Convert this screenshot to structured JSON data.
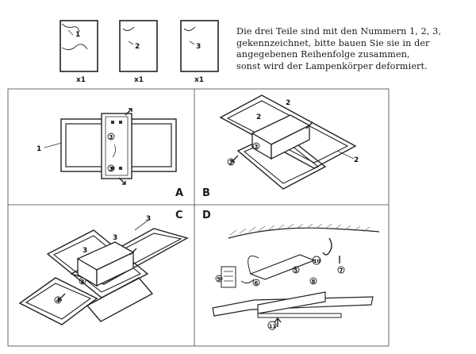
{
  "instructions": {
    "lines": [
      "Die drei Teile sind mit den Nummern 1, 2, 3,",
      "gekennzeichnet, bitte bauen Sie sie in der",
      "angegebenen Reihenfolge zusammen,",
      "sonst wird der Lampenkörper deformiert."
    ]
  },
  "parts": [
    {
      "number": "1",
      "quantity": "x1"
    },
    {
      "number": "2",
      "quantity": "x1"
    },
    {
      "number": "3",
      "quantity": "x1"
    }
  ],
  "steps": {
    "a": {
      "letter": "A",
      "callouts": [
        "1",
        "3",
        "3"
      ]
    },
    "b": {
      "letter": "B",
      "callouts": [
        "2",
        "2",
        "3",
        "2",
        "2"
      ]
    },
    "c": {
      "letter": "C",
      "callouts": [
        "3",
        "3",
        "3",
        "3",
        "4"
      ]
    },
    "d": {
      "letter": "D",
      "callouts": [
        "10",
        "7",
        "8",
        "9",
        "6",
        "5",
        "11"
      ]
    }
  }
}
